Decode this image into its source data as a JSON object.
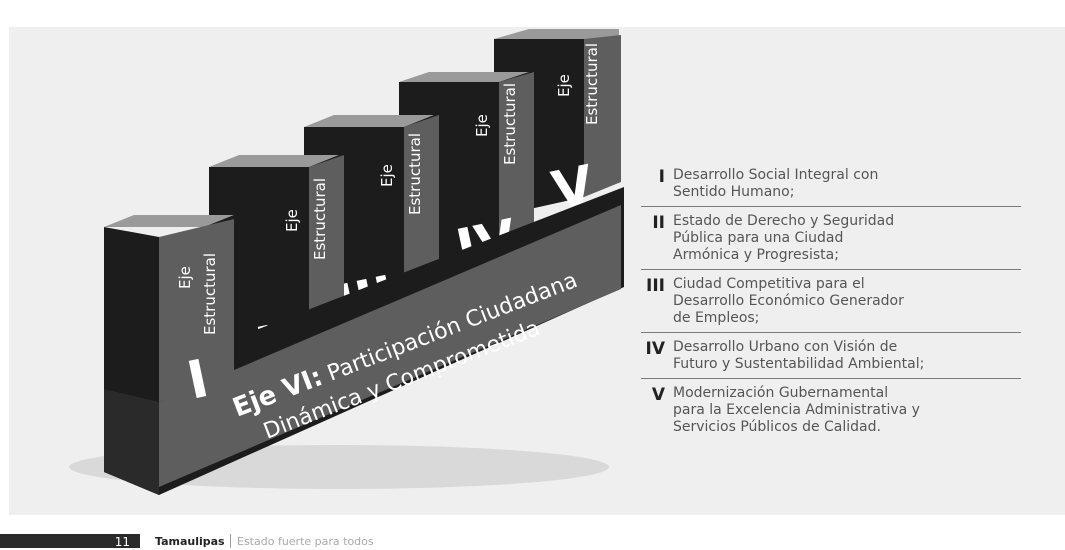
{
  "pillars": [
    {
      "eje": "Eje",
      "estructural": "Estructural",
      "numeral": "I"
    },
    {
      "eje": "Eje",
      "estructural": "Estructural",
      "numeral": "II"
    },
    {
      "eje": "Eje",
      "estructural": "Estructural",
      "numeral": "III"
    },
    {
      "eje": "Eje",
      "estructural": "Estructural",
      "numeral": "IV"
    },
    {
      "eje": "Eje",
      "estructural": "Estructural",
      "numeral": "V"
    }
  ],
  "base": {
    "line1_bold": "Eje VI:",
    "line1_rest": " Participación Ciudadana",
    "line2": "Dinámica y Comprometida"
  },
  "legend": [
    {
      "numeral": "I",
      "text": "Desarrollo Social Integral con\nSentido Humano;"
    },
    {
      "numeral": "II",
      "text": "Estado de Derecho y Seguridad\nPública para una Ciudad\nArmónica y Progresista;"
    },
    {
      "numeral": "III",
      "text": "Ciudad Competitiva para el\nDesarrollo Económico Generador\nde Empleos;"
    },
    {
      "numeral": "IV",
      "text": "Desarrollo Urbano con Visión de\nFuturo y Sustentabilidad Ambiental;"
    },
    {
      "numeral": "V",
      "text": "Modernización Gubernamental\npara la Excelencia Administrativa y\nServicios Públicos de Calidad."
    }
  ],
  "footer": {
    "page_number": "11",
    "brand": "Tamaulipas",
    "slogan": "Estado fuerte para todos"
  },
  "colors": {
    "background": "#efefef",
    "block_front": "#5e5e5e",
    "block_side": "#1c1c1c",
    "block_top": "#9a9a9a"
  }
}
